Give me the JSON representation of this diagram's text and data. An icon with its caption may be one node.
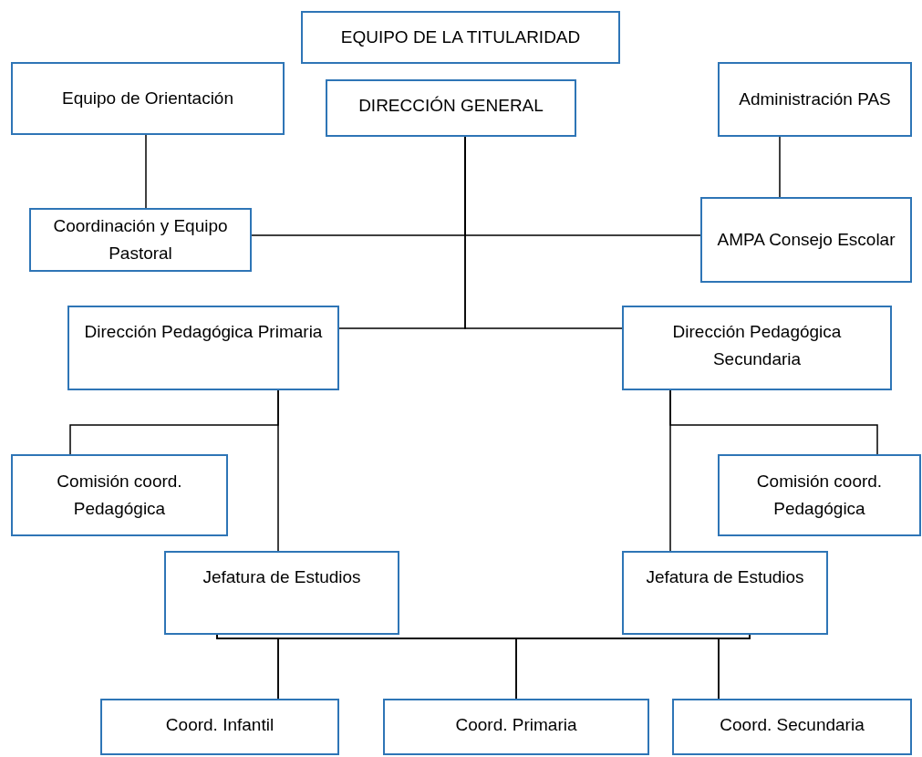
{
  "diagram": {
    "nodes": [
      {
        "text": [
          "EQUIPO DE LA TITULARIDAD"
        ]
      },
      {
        "text": [
          "Equipo de Orientación"
        ]
      },
      {
        "text": [
          "DIRECCIÓN GENERAL"
        ]
      },
      {
        "text": [
          "Administración PAS"
        ]
      },
      {
        "text": [
          "Coordinación y Equipo Pastoral"
        ]
      },
      {
        "text": [
          "AMPA Consejo Escolar"
        ]
      },
      {
        "text": [
          "Dirección Pedagógica Primaria"
        ]
      },
      {
        "text": [
          "Dirección Pedagógica Secundaria"
        ]
      },
      {
        "text": [
          "Comisión coord. Pedagógica"
        ]
      },
      {
        "text": [
          "Comisión coord. Pedagógica"
        ]
      },
      {
        "text": [
          "Jefatura de Estudios"
        ]
      },
      {
        "text": [
          "Jefatura de Estudios"
        ]
      },
      {
        "text": [
          "Coord. Infantil"
        ]
      },
      {
        "text": [
          "Coord. Primaria"
        ]
      },
      {
        "text": [
          "Coord. Secundaria"
        ]
      }
    ],
    "edges": [
      {
        "from": 1,
        "to": 4,
        "arrow": "none"
      },
      {
        "from": 3,
        "to": 5,
        "arrow": "none"
      },
      {
        "from": 2,
        "to": 4,
        "arrow": "none"
      },
      {
        "from": 2,
        "to": 5,
        "arrow": "none"
      },
      {
        "from": 2,
        "to": 6,
        "arrow": "none"
      },
      {
        "from": 2,
        "to": 7,
        "arrow": "none"
      },
      {
        "from": 6,
        "to": 8,
        "arrow": "none"
      },
      {
        "from": 6,
        "to": 10,
        "arrow": "none"
      },
      {
        "from": 7,
        "to": 9,
        "arrow": "none"
      },
      {
        "from": 7,
        "to": 11,
        "arrow": "none"
      },
      {
        "from": 10,
        "to": 12,
        "arrow": "none"
      },
      {
        "from": 10,
        "to": 13,
        "arrow": "none"
      },
      {
        "from": 10,
        "to": 14,
        "arrow": "none"
      },
      {
        "from": 11,
        "to": 12,
        "arrow": "none"
      },
      {
        "from": 11,
        "to": 13,
        "arrow": "none"
      },
      {
        "from": 11,
        "to": 14,
        "arrow": "none"
      }
    ]
  }
}
